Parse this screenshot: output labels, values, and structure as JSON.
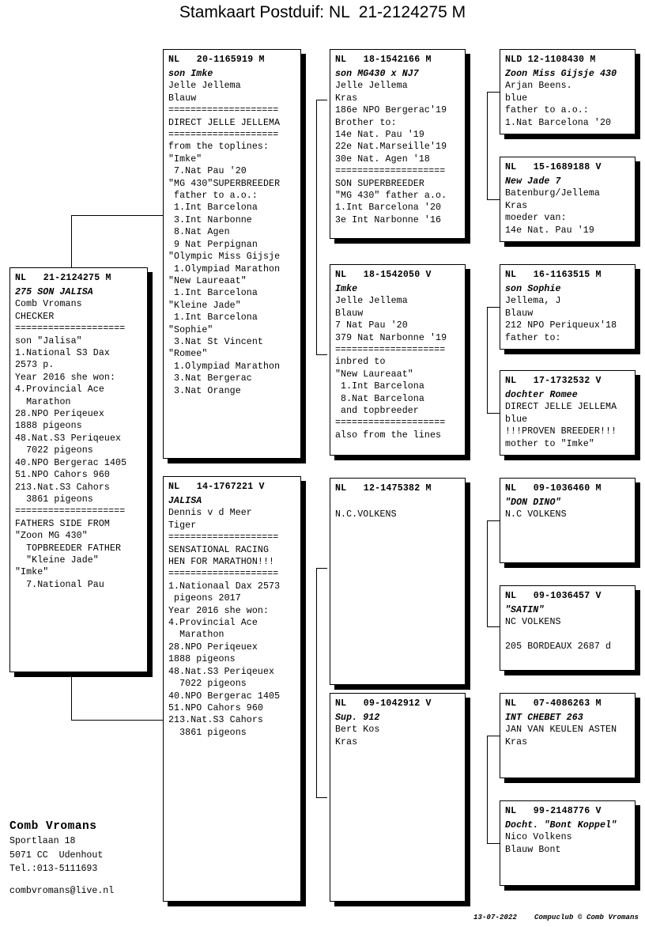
{
  "document": {
    "title": "Stamkaart Postduif: NL  21-2124275 M",
    "credits": "13-07-2022    Compuclub © Comb Vromans"
  },
  "owner": {
    "name": "Comb Vromans",
    "address_line1": "Sportlaan 18",
    "address_line2": "5071 CC  Udenhout",
    "phone": "Tel.:013-5111693",
    "email": "combvromans@live.nl"
  },
  "subject": {
    "ring": "NL   21-2124275 M",
    "lines": [
      {
        "t": "275 SON JALISA",
        "style": "italic"
      },
      {
        "t": "Comb Vromans",
        "style": "normal"
      },
      {
        "t": "CHECKER",
        "style": "normal"
      },
      {
        "t": "====================",
        "style": "sep"
      },
      {
        "t": "son \"Jalisa\"",
        "style": "normal"
      },
      {
        "t": "1.National S3 Dax",
        "style": "normal"
      },
      {
        "t": "2573 p.",
        "style": "normal"
      },
      {
        "t": "Year 2016 she won:",
        "style": "normal"
      },
      {
        "t": "4.Provincial Ace",
        "style": "normal"
      },
      {
        "t": "  Marathon",
        "style": "normal"
      },
      {
        "t": "28.NPO Periqeuex",
        "style": "normal"
      },
      {
        "t": "1888 pigeons",
        "style": "normal"
      },
      {
        "t": "48.Nat.S3 Periqeuex",
        "style": "normal"
      },
      {
        "t": "  7022 pigeons",
        "style": "normal"
      },
      {
        "t": "40.NPO Bergerac 1405",
        "style": "normal"
      },
      {
        "t": "51.NPO Cahors 960",
        "style": "normal"
      },
      {
        "t": "213.Nat.S3 Cahors",
        "style": "normal"
      },
      {
        "t": "  3861 pigeons",
        "style": "normal"
      },
      {
        "t": "====================",
        "style": "sep"
      },
      {
        "t": "FATHERS SIDE FROM",
        "style": "normal"
      },
      {
        "t": "\"Zoon MG 430\"",
        "style": "normal"
      },
      {
        "t": "  TOPBREEDER FATHER",
        "style": "normal"
      },
      {
        "t": "  \"Kleine Jade\"",
        "style": "normal"
      },
      {
        "t": "\"Imke\"",
        "style": "normal"
      },
      {
        "t": "  7.National Pau",
        "style": "normal"
      }
    ]
  },
  "gen1": [
    {
      "ring": "NL   20-1165919 M",
      "lines": [
        {
          "t": "son Imke",
          "style": "italic"
        },
        {
          "t": "Jelle Jellema",
          "style": "normal"
        },
        {
          "t": "Blauw",
          "style": "normal"
        },
        {
          "t": "====================",
          "style": "sep"
        },
        {
          "t": "DIRECT JELLE JELLEMA",
          "style": "normal"
        },
        {
          "t": "====================",
          "style": "sep"
        },
        {
          "t": "from the toplines:",
          "style": "normal"
        },
        {
          "t": "\"Imke\"",
          "style": "normal"
        },
        {
          "t": " 7.Nat Pau '20",
          "style": "normal"
        },
        {
          "t": "\"MG 430\"SUPERBREEDER",
          "style": "normal"
        },
        {
          "t": " father to a.o.:",
          "style": "normal"
        },
        {
          "t": " 1.Int Barcelona",
          "style": "normal"
        },
        {
          "t": " 3.Int Narbonne",
          "style": "normal"
        },
        {
          "t": " 8.Nat Agen",
          "style": "normal"
        },
        {
          "t": " 9 Nat Perpignan",
          "style": "normal"
        },
        {
          "t": "\"Olympic Miss Gijsje",
          "style": "normal"
        },
        {
          "t": " 1.Olympiad Marathon",
          "style": "normal"
        },
        {
          "t": "\"New Laureaat\"",
          "style": "normal"
        },
        {
          "t": " 1.Int Barcelona",
          "style": "normal"
        },
        {
          "t": "\"Kleine Jade\"",
          "style": "normal"
        },
        {
          "t": " 1.Int Barcelona",
          "style": "normal"
        },
        {
          "t": "\"Sophie\"",
          "style": "normal"
        },
        {
          "t": " 3.Nat St Vincent",
          "style": "normal"
        },
        {
          "t": "\"Romee\"",
          "style": "normal"
        },
        {
          "t": " 1.Olympiad Marathon",
          "style": "normal"
        },
        {
          "t": " 3.Nat Bergerac",
          "style": "normal"
        },
        {
          "t": " 3.Nat Orange",
          "style": "normal"
        }
      ]
    },
    {
      "ring": "NL   14-1767221 V",
      "lines": [
        {
          "t": "JALISA",
          "style": "italic"
        },
        {
          "t": "Dennis v d Meer",
          "style": "normal"
        },
        {
          "t": "Tiger",
          "style": "normal"
        },
        {
          "t": "====================",
          "style": "sep"
        },
        {
          "t": "SENSATIONAL RACING",
          "style": "normal"
        },
        {
          "t": "HEN FOR MARATHON!!!",
          "style": "normal"
        },
        {
          "t": "====================",
          "style": "sep"
        },
        {
          "t": "1.Nationaal Dax 2573",
          "style": "normal"
        },
        {
          "t": " pigeons 2017",
          "style": "normal"
        },
        {
          "t": "Year 2016 she won:",
          "style": "normal"
        },
        {
          "t": "4.Provincial Ace",
          "style": "normal"
        },
        {
          "t": "  Marathon",
          "style": "normal"
        },
        {
          "t": "28.NPO Periqeuex",
          "style": "normal"
        },
        {
          "t": "1888 pigeons",
          "style": "normal"
        },
        {
          "t": "48.Nat.S3 Periqeuex",
          "style": "normal"
        },
        {
          "t": "  7022 pigeons",
          "style": "normal"
        },
        {
          "t": "40.NPO Bergerac 1405",
          "style": "normal"
        },
        {
          "t": "51.NPO Cahors 960",
          "style": "normal"
        },
        {
          "t": "213.Nat.S3 Cahors",
          "style": "normal"
        },
        {
          "t": "  3861 pigeons",
          "style": "normal"
        }
      ]
    }
  ],
  "gen2": [
    {
      "ring": "NL   18-1542166 M",
      "lines": [
        {
          "t": "son MG430 x NJ7",
          "style": "italic"
        },
        {
          "t": "Jelle Jellema",
          "style": "normal"
        },
        {
          "t": "Kras",
          "style": "normal"
        },
        {
          "t": "186e NPO Bergerac'19",
          "style": "normal"
        },
        {
          "t": "Brother to:",
          "style": "normal"
        },
        {
          "t": "14e Nat. Pau '19",
          "style": "normal"
        },
        {
          "t": "22e Nat.Marseille'19",
          "style": "normal"
        },
        {
          "t": "30e Nat. Agen '18",
          "style": "normal"
        },
        {
          "t": "====================",
          "style": "sep"
        },
        {
          "t": "SON SUPERBREEDER",
          "style": "normal"
        },
        {
          "t": "\"MG 430\" father a.o.",
          "style": "normal"
        },
        {
          "t": "1.Int Barcelona '20",
          "style": "normal"
        },
        {
          "t": "3e Int Narbonne '16",
          "style": "normal"
        }
      ]
    },
    {
      "ring": "NL   18-1542050 V",
      "lines": [
        {
          "t": "Imke",
          "style": "italic"
        },
        {
          "t": "Jelle Jellema",
          "style": "normal"
        },
        {
          "t": "Blauw",
          "style": "normal"
        },
        {
          "t": "7 Nat Pau '20",
          "style": "normal"
        },
        {
          "t": "379 Nat Narbonne '19",
          "style": "normal"
        },
        {
          "t": "====================",
          "style": "sep"
        },
        {
          "t": "inbred to",
          "style": "normal"
        },
        {
          "t": "\"New Laureaat\"",
          "style": "normal"
        },
        {
          "t": " 1.Int Barcelona",
          "style": "normal"
        },
        {
          "t": " 8.Nat Barcelona",
          "style": "normal"
        },
        {
          "t": " and topbreeder",
          "style": "normal"
        },
        {
          "t": "====================",
          "style": "sep"
        },
        {
          "t": "also from the lines",
          "style": "normal"
        }
      ]
    },
    {
      "ring": "NL   12-1475382 M",
      "lines": [
        {
          "t": "",
          "style": "normal"
        },
        {
          "t": "N.C.VOLKENS",
          "style": "normal"
        }
      ]
    },
    {
      "ring": "NL   09-1042912 V",
      "lines": [
        {
          "t": "Sup. 912",
          "style": "italic"
        },
        {
          "t": "Bert Kos",
          "style": "normal"
        },
        {
          "t": "Kras",
          "style": "normal"
        }
      ]
    }
  ],
  "gen3": [
    {
      "ring": "NLD 12-1108430 M",
      "lines": [
        {
          "t": "Zoon Miss Gijsje 430",
          "style": "italic"
        },
        {
          "t": "Arjan Beens.",
          "style": "normal"
        },
        {
          "t": "blue",
          "style": "normal"
        },
        {
          "t": "father to a.o.:",
          "style": "normal"
        },
        {
          "t": "1.Nat Barcelona '20",
          "style": "normal"
        }
      ]
    },
    {
      "ring": "NL   15-1689188 V",
      "lines": [
        {
          "t": "New Jade 7",
          "style": "italic"
        },
        {
          "t": "Batenburg/Jellema",
          "style": "normal"
        },
        {
          "t": "Kras",
          "style": "normal"
        },
        {
          "t": "moeder van:",
          "style": "normal"
        },
        {
          "t": "14e Nat. Pau '19",
          "style": "normal"
        }
      ]
    },
    {
      "ring": "NL   16-1163515 M",
      "lines": [
        {
          "t": "son Sophie",
          "style": "italic"
        },
        {
          "t": "Jellema, J",
          "style": "normal"
        },
        {
          "t": "Blauw",
          "style": "normal"
        },
        {
          "t": "212 NPO Periqueux'18",
          "style": "normal"
        },
        {
          "t": "father to:",
          "style": "normal"
        }
      ]
    },
    {
      "ring": "NL   17-1732532 V",
      "lines": [
        {
          "t": "dochter Romee",
          "style": "italic"
        },
        {
          "t": "DIRECT JELLE JELLEMA",
          "style": "normal"
        },
        {
          "t": "blue",
          "style": "normal"
        },
        {
          "t": "!!!PROVEN BREEDER!!!",
          "style": "normal"
        },
        {
          "t": "mother to \"Imke\"",
          "style": "normal"
        }
      ]
    },
    {
      "ring": "NL   09-1036460 M",
      "lines": [
        {
          "t": "\"DON DINO\"",
          "style": "italic"
        },
        {
          "t": "N.C VOLKENS",
          "style": "normal"
        }
      ]
    },
    {
      "ring": "NL   09-1036457 V",
      "lines": [
        {
          "t": "\"SATIN\"",
          "style": "italic"
        },
        {
          "t": "NC VOLKENS",
          "style": "normal"
        },
        {
          "t": "",
          "style": "normal"
        },
        {
          "t": "205 BORDEAUX 2687 d",
          "style": "normal"
        }
      ]
    },
    {
      "ring": "NL   07-4086263 M",
      "lines": [
        {
          "t": "INT CHEBET 263",
          "style": "italic"
        },
        {
          "t": "JAN VAN KEULEN ASTEN",
          "style": "normal"
        },
        {
          "t": "Kras",
          "style": "normal"
        }
      ]
    },
    {
      "ring": "NL   99-2148776 V",
      "lines": [
        {
          "t": "Docht. \"Bont Koppel\"",
          "style": "italic"
        },
        {
          "t": "Nico Volkens",
          "style": "normal"
        },
        {
          "t": "Blauw Bont",
          "style": "normal"
        }
      ]
    }
  ]
}
